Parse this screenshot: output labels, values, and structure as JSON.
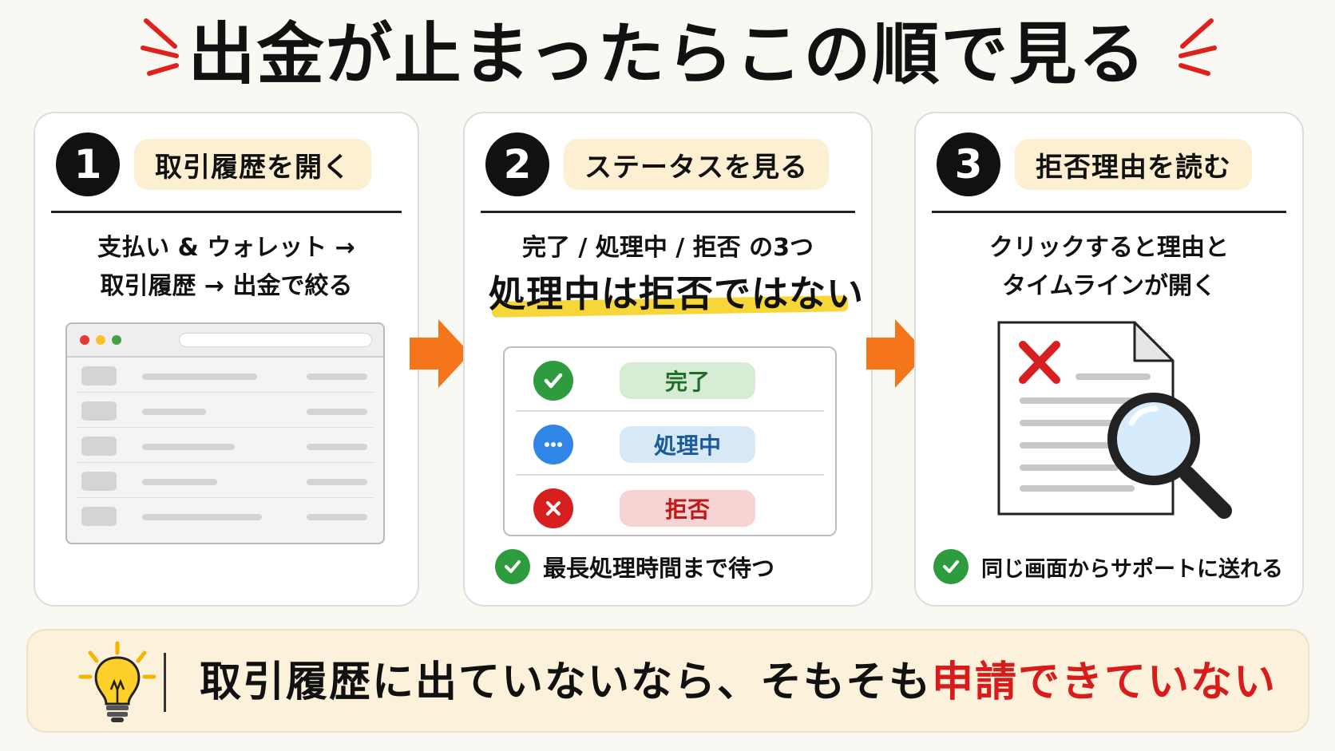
{
  "header": {
    "title": "出金が止まったらこの順で見る"
  },
  "steps": [
    {
      "number": "1",
      "title": "取引履歴を開く",
      "desc_lines": [
        "支払い & ウォレット →",
        "取引履歴 → 出金で絞る"
      ]
    },
    {
      "number": "2",
      "title": "ステータスを見る",
      "desc_lines": [
        "完了 / 処理中 / 拒否 の3つ"
      ],
      "highlight": "処理中は拒否ではない",
      "statuses": [
        {
          "label": "完了",
          "icon": "check-icon",
          "color": "#2e9b3e",
          "pill_bg": "#d6ecd5",
          "pill_color": "#1f6e2c"
        },
        {
          "label": "処理中",
          "icon": "more-dots-icon",
          "color": "#2f86e6",
          "pill_bg": "#d7e8f7",
          "pill_color": "#1a5a9e"
        },
        {
          "label": "拒否",
          "icon": "x-icon",
          "color": "#d71f1f",
          "pill_bg": "#f7d3d3",
          "pill_color": "#c01818"
        }
      ],
      "note": "最長処理時間まで待つ"
    },
    {
      "number": "3",
      "title": "拒否理由を読む",
      "desc_lines": [
        "クリックすると理由と",
        "タイムラインが開く"
      ],
      "note": "同じ画面からサポートに送れる"
    }
  ],
  "banner": {
    "icon": "lightbulb-icon",
    "text": "取引履歴に出ていないなら、そもそも",
    "emphasis": "申請できていない",
    "emphasis_color": "#d81b1b"
  },
  "colors": {
    "accent_orange": "#f5761a",
    "pill_bg": "#fcefd2",
    "highlight_yellow": "#f7d63a"
  }
}
